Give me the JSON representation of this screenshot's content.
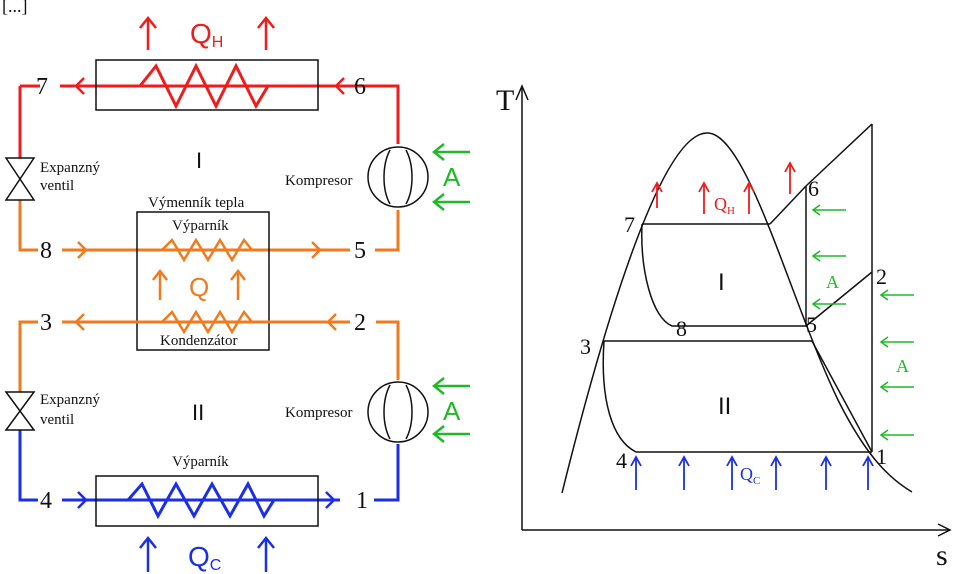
{
  "corner_mark": "[...]",
  "colors": {
    "red": "#ee1c1c",
    "orange": "#f07a1e",
    "blue": "#1a2fe6",
    "green": "#22b82a",
    "black": "#111111"
  },
  "schematic": {
    "heat_out_label": "Q",
    "heat_out_sub": "H",
    "heat_in_label": "Q",
    "heat_in_sub": "C",
    "exchanger_q": "Q",
    "work_label": "A",
    "work_label_2": "A",
    "loop_1": "I",
    "loop_2": "II",
    "exchanger_title": "Výmenník tepla",
    "exchanger_evaporator": "Výparník",
    "exchanger_condenser": "Kondenzátor",
    "evaporator_label": "Výparník",
    "compressor_1": "Kompresor",
    "compressor_2": "Kompresor",
    "valve_1_line1": "Expanzný",
    "valve_1_line2": "ventil",
    "valve_2_line1": "Expanzný",
    "valve_2_line2": "ventil",
    "points": [
      "1",
      "2",
      "3",
      "4",
      "5",
      "6",
      "7",
      "8"
    ]
  },
  "ts_diagram": {
    "axis_y": "T",
    "axis_x": "s",
    "region_1": "I",
    "region_2": "II",
    "heat_out_label": "Q",
    "heat_out_sub": "H",
    "heat_in_label": "Q",
    "heat_in_sub": "C",
    "work_label": "A",
    "work_label_2": "A",
    "points": [
      "1",
      "2",
      "3",
      "4",
      "5",
      "6",
      "7",
      "8"
    ]
  }
}
